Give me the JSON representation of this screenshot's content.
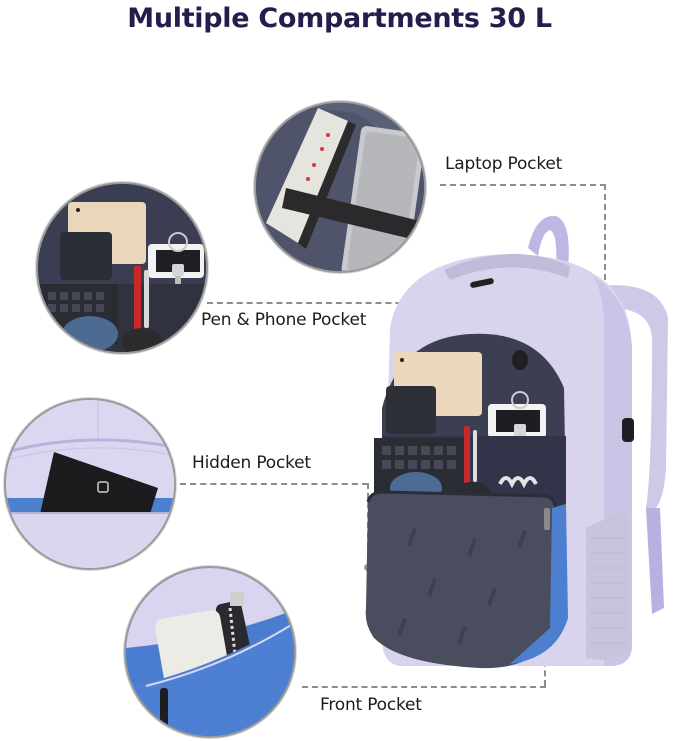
{
  "title": "Multiple Compartments 30 L",
  "callouts": [
    {
      "id": "laptop",
      "label": "Laptop Pocket"
    },
    {
      "id": "pen-phone",
      "label": "Pen & Phone Pocket"
    },
    {
      "id": "hidden",
      "label": "Hidden Pocket"
    },
    {
      "id": "front",
      "label": "Front Pocket"
    }
  ],
  "colors": {
    "title": "#231f4c",
    "backpack_lavender": "#d9d4ee",
    "backpack_shade": "#c2bbe0",
    "interior_navy": "#3c3f52",
    "accent_blue": "#4a7fd0",
    "dashed_line": "#8c8c8c"
  }
}
